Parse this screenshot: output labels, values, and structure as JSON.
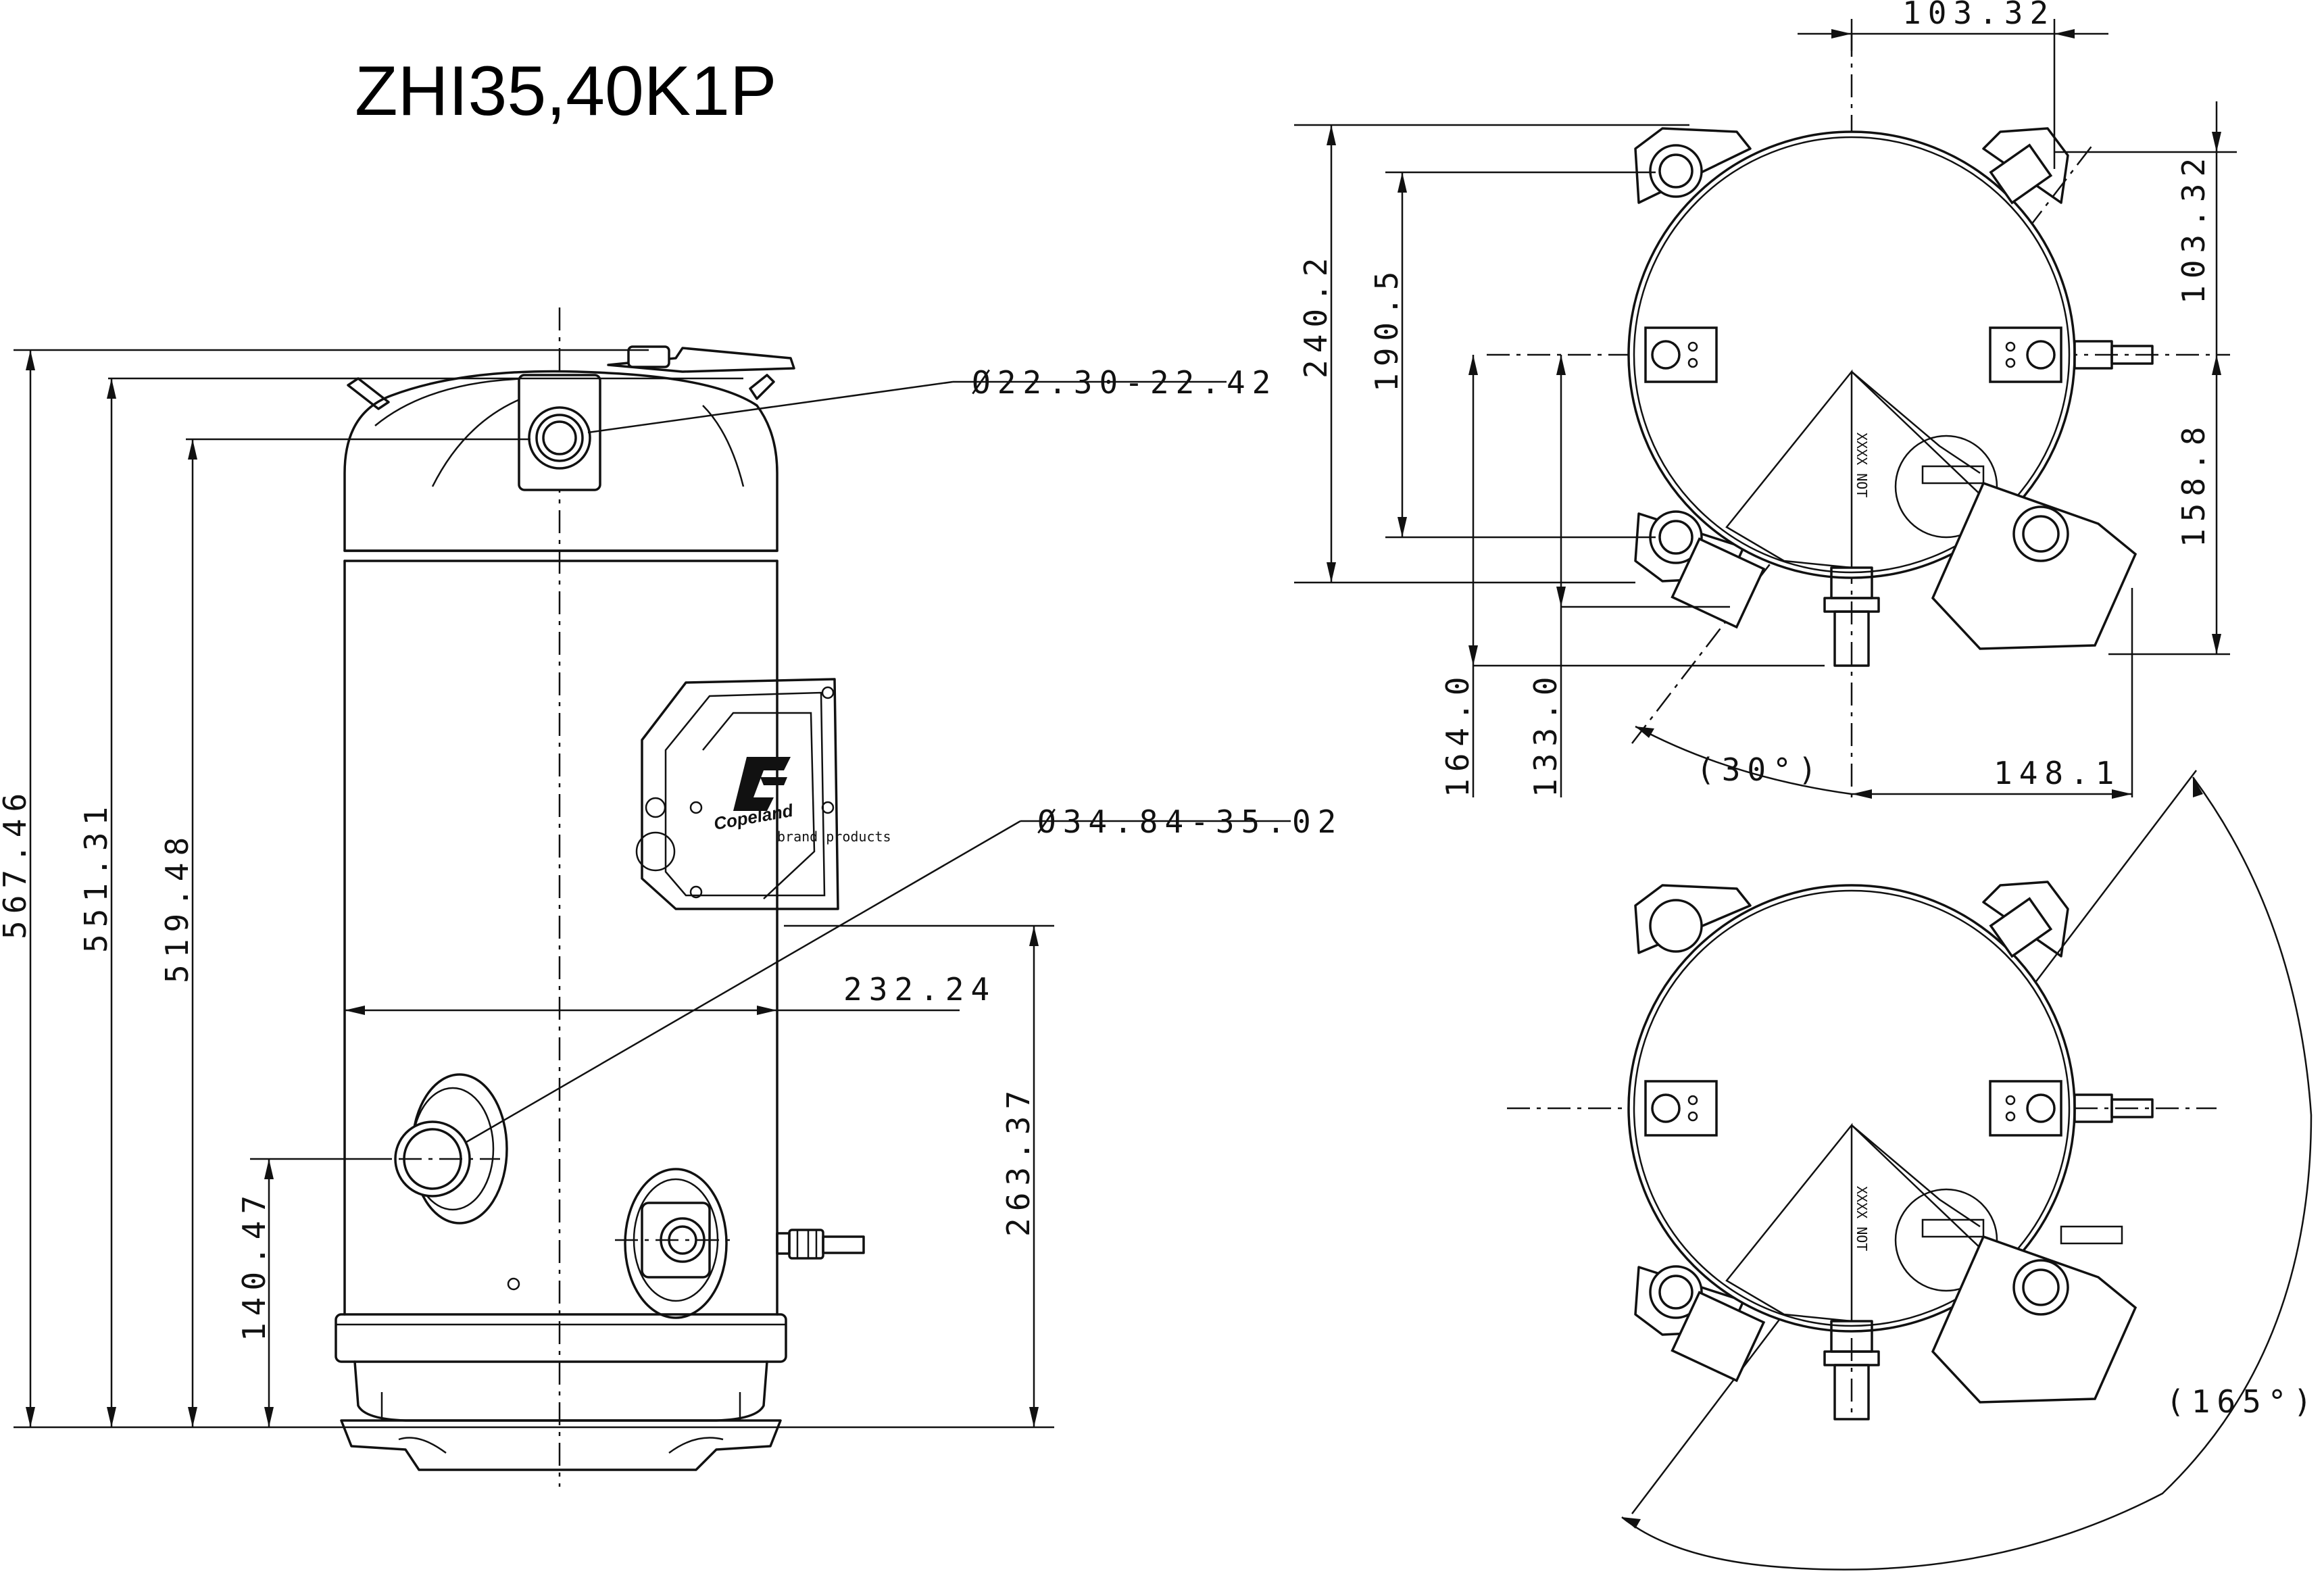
{
  "title": "ZHI35,40K1P",
  "brand": {
    "logo_text": "Copeland",
    "sub_text": "brand products"
  },
  "dimensions": {
    "height_total": "567.46",
    "height_top": "551.31",
    "height_suction": "519.48",
    "height_discharge": "140.47",
    "height_box": "263.37",
    "width_shell": "232.24",
    "suction_diameter": "Ø22.30-22.42",
    "discharge_diameter": "Ø34.84-35.02",
    "top_offset_x": "103.32",
    "top_offset_y": "103.32",
    "depth_240": "240.2",
    "depth_190": "190.5",
    "depth_164": "164.0",
    "depth_133": "133.0",
    "depth_158": "158.8",
    "width_148": "148.1",
    "angle_30": "(30°)",
    "angle_165": "(165°)"
  },
  "nameplate_text": "XXXX NOT"
}
